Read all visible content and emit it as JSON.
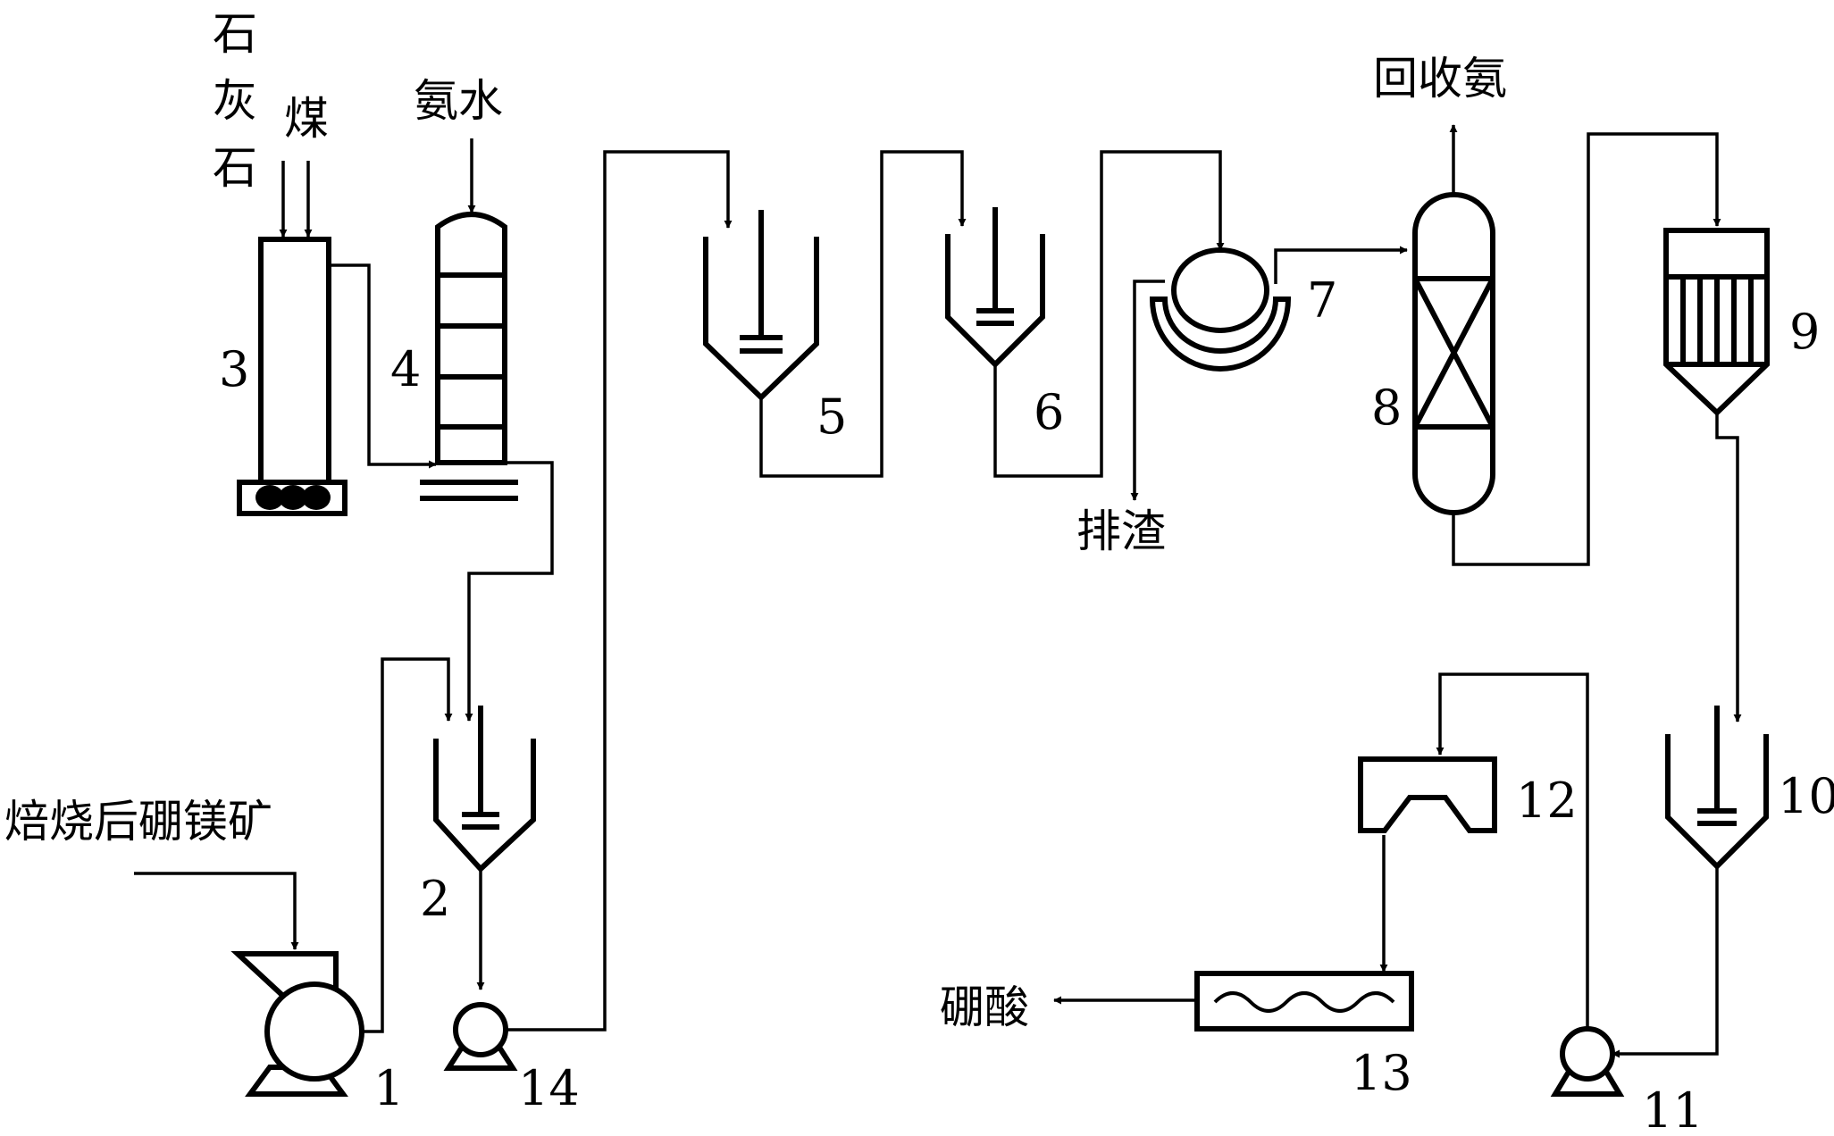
{
  "labels": {
    "limestone": [
      "石",
      "灰",
      "石"
    ],
    "coal": "煤",
    "ammonia_water": "氨水",
    "recovered_ammonia": "回收氨",
    "slag_discharge": "排渣",
    "roasted_ore": "焙烧后硼镁矿",
    "boric_acid": "硼酸"
  },
  "equipment_numbers": {
    "n1": "1",
    "n2": "2",
    "n3": "3",
    "n4": "4",
    "n5": "5",
    "n6": "6",
    "n7": "7",
    "n8": "8",
    "n9": "9",
    "n10": "10",
    "n11": "11",
    "n12": "12",
    "n13": "13",
    "n14": "14"
  }
}
